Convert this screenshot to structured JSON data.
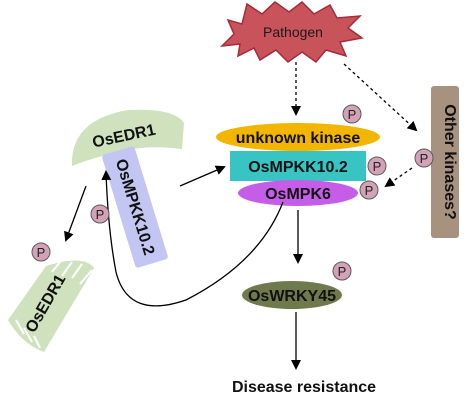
{
  "nodes": {
    "pathogen": "Pathogen",
    "unknown_kinase": "unknown kinase",
    "osmpkk_main": "OsMPKK10.2",
    "osmpk6": "OsMPK6",
    "oswrky45": "OsWRKY45",
    "osedr1_top": "OsEDR1",
    "osmpkk_bound": "OsMPKK10.2",
    "osedr1_bottom": "OsEDR1",
    "other_kinases": "Other kinases?",
    "outcome": "Disease resistance"
  },
  "phospho_label": "P",
  "colors": {
    "pathogen_fill": "#c8535a",
    "pathogen_stroke": "#a52a3a",
    "unknown_kinase": "#f2b600",
    "osmpkk": "#39c4c4",
    "osmpk6": "#c55de8",
    "oswrky45": "#6f7a4c",
    "osedr1": "#cfe2bd",
    "osmpkk_bound": "#c3c6f3",
    "other_kinases": "#a7917f",
    "phospho": "#d3a2b7"
  }
}
